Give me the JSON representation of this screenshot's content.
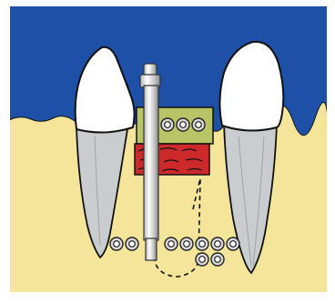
{
  "diagram": {
    "colors": {
      "frame": "#ffffff",
      "sky": "#1e50a8",
      "bone": "#f4e59a",
      "root": "#c9cdcf",
      "crown": "#ffffff",
      "outline": "#111111",
      "graft_top": "#b8c466",
      "graft_red": "#cc2a2a",
      "metal_light": "#f2f2f2",
      "metal_dark": "#8a8a8a",
      "screw_fill": "#d8d8d8"
    },
    "components": {
      "left_tooth": "tooth",
      "right_tooth": "tooth",
      "device": "distraction-rod",
      "graft": "bone-graft",
      "screws": "fixation-screws"
    }
  }
}
